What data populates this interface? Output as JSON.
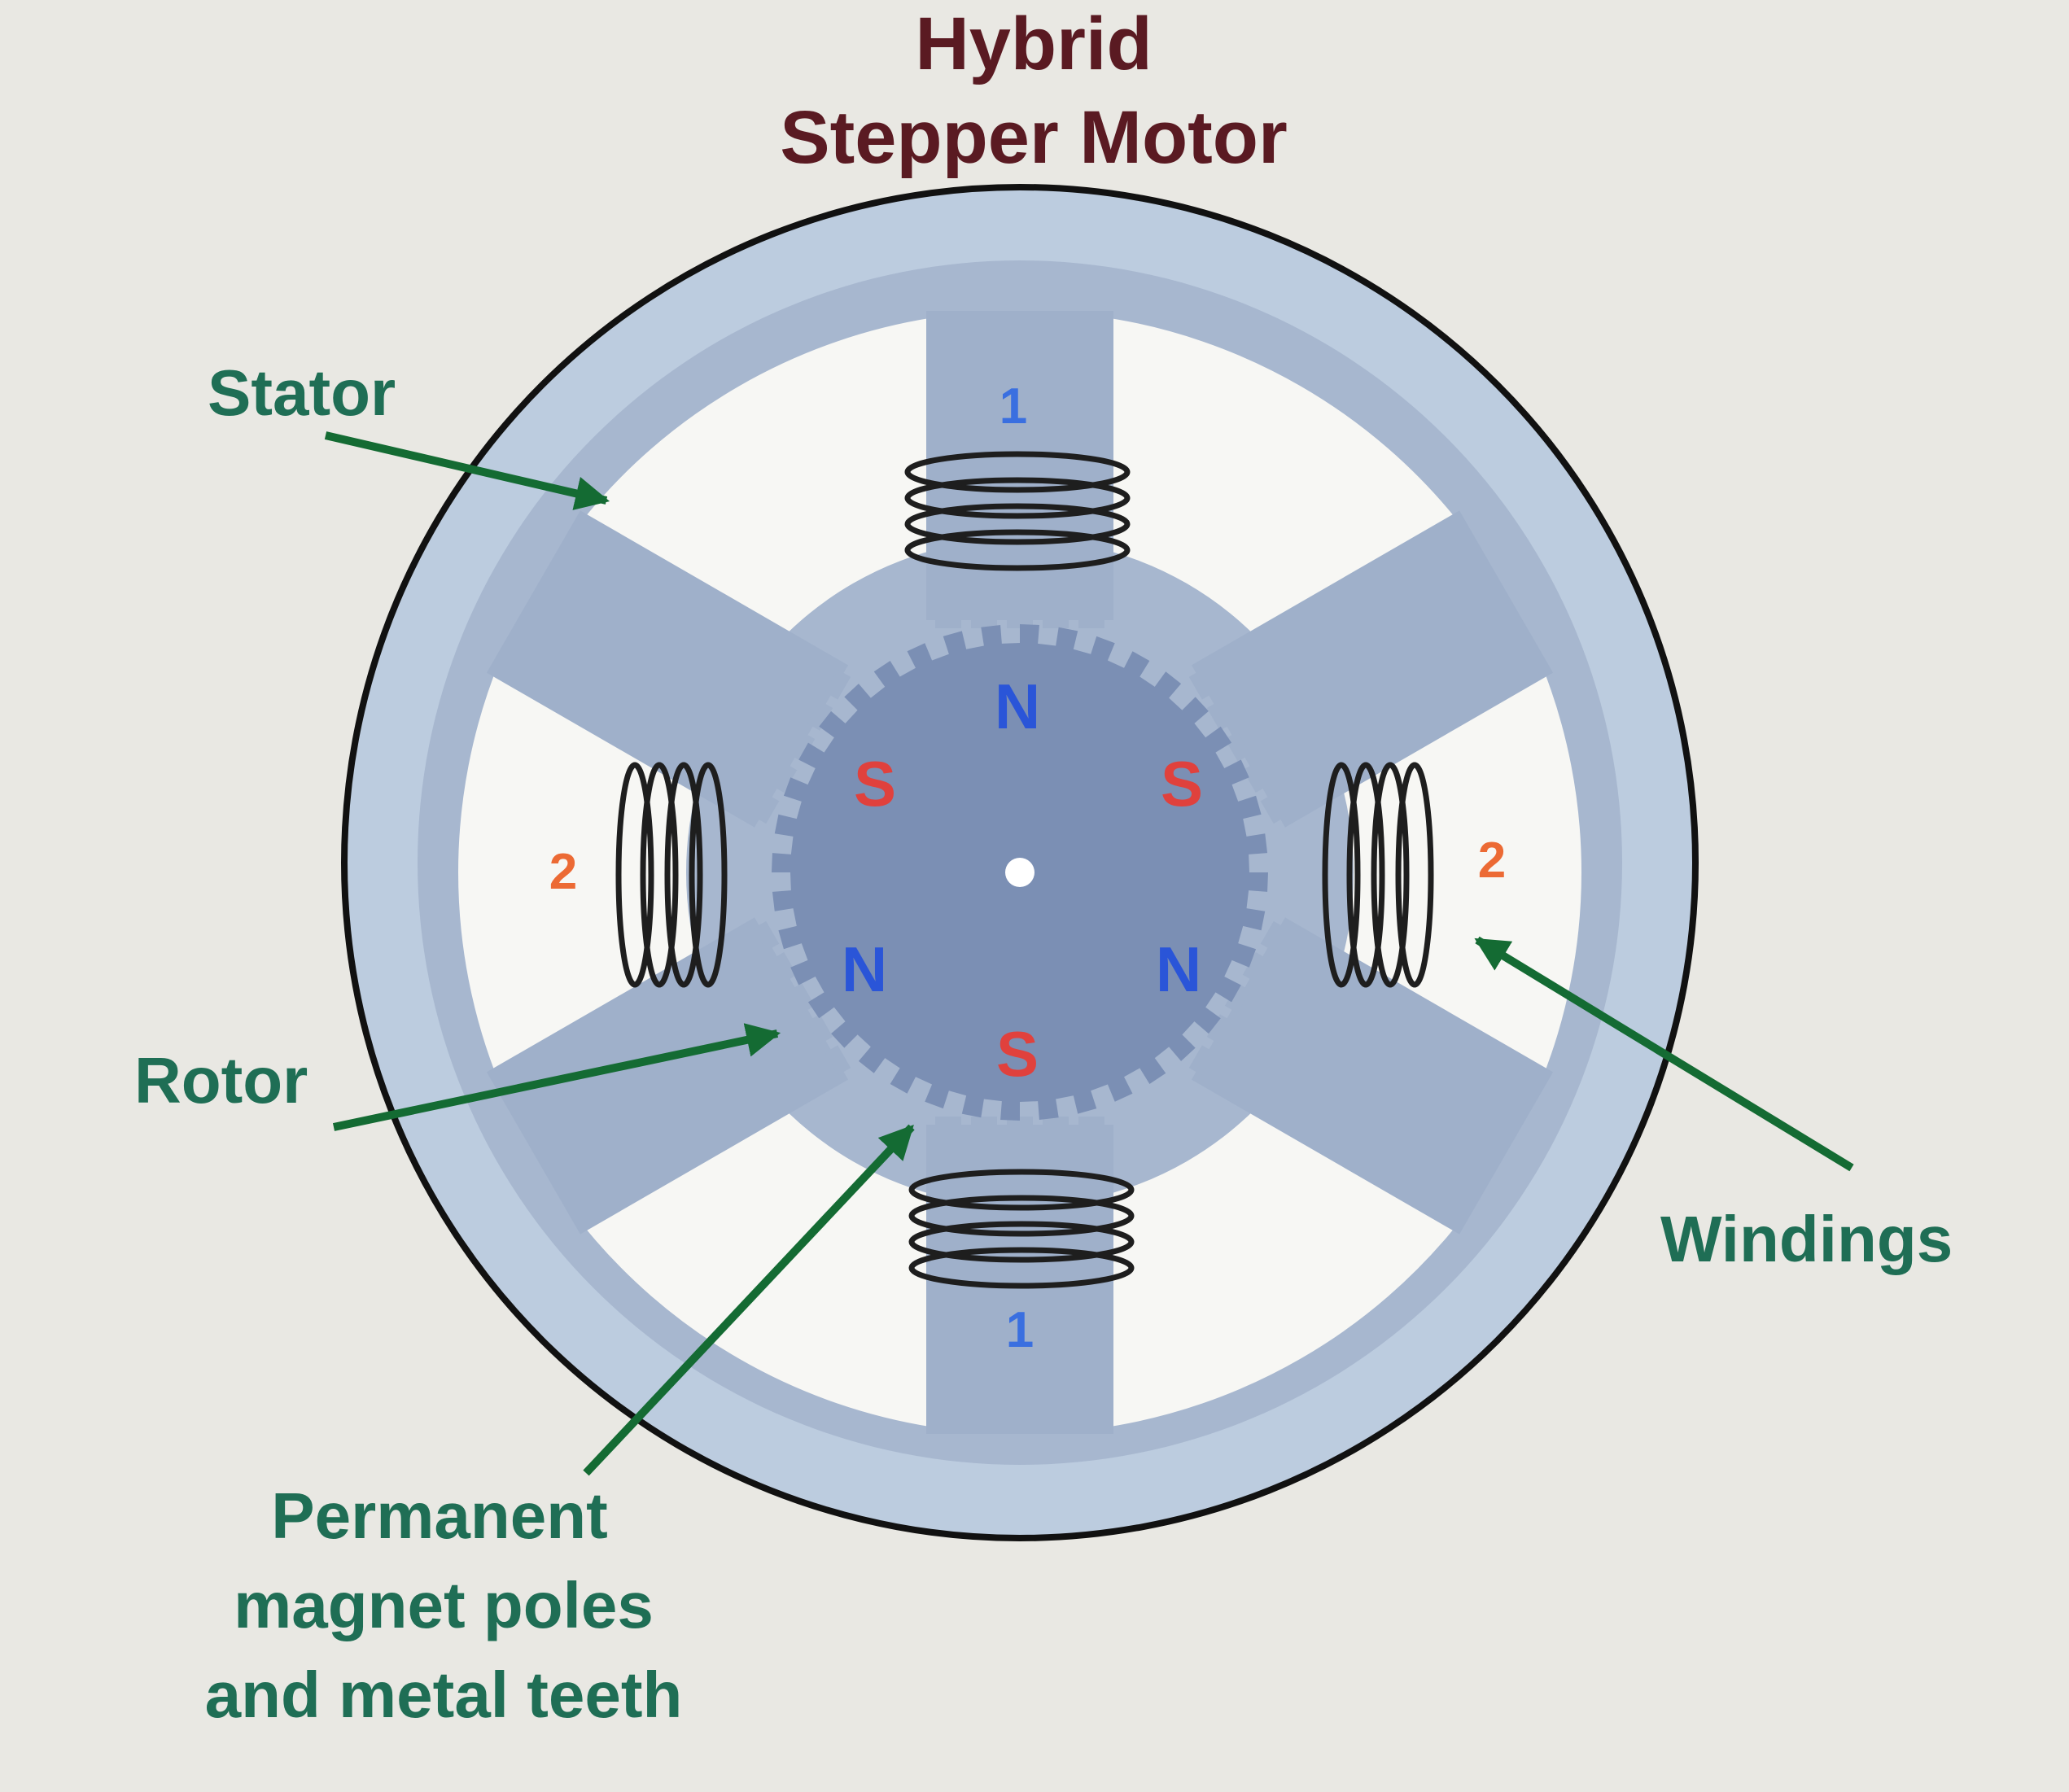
{
  "title": {
    "line1": "Hybrid",
    "line2": "Stepper Motor"
  },
  "labels": {
    "stator": "Stator",
    "rotor": "Rotor",
    "windings": "Windings",
    "magnet_line1": "Permanent",
    "magnet_line2": "magnet poles",
    "magnet_line3": "and metal teeth"
  },
  "rotor_poles": {
    "top": "N",
    "upper_left": "S",
    "upper_right": "S",
    "lower_left": "N",
    "lower_right": "N",
    "bottom": "S"
  },
  "phases": {
    "top": "1",
    "bottom": "1",
    "left": "2",
    "right": "2"
  },
  "colors": {
    "background": "#e9e8e3",
    "stator_outer": "#bcccdf",
    "stator_body": "#9fb0ca",
    "rotor": "#7b8fb4",
    "label_green": "#1f6e55",
    "arrow_green": "#146b33",
    "title": "#5a1a22",
    "pole_north": "#2a55d8",
    "pole_south": "#e0413d",
    "phase_1": "#3a6fe0",
    "phase_2": "#ec6a34"
  }
}
